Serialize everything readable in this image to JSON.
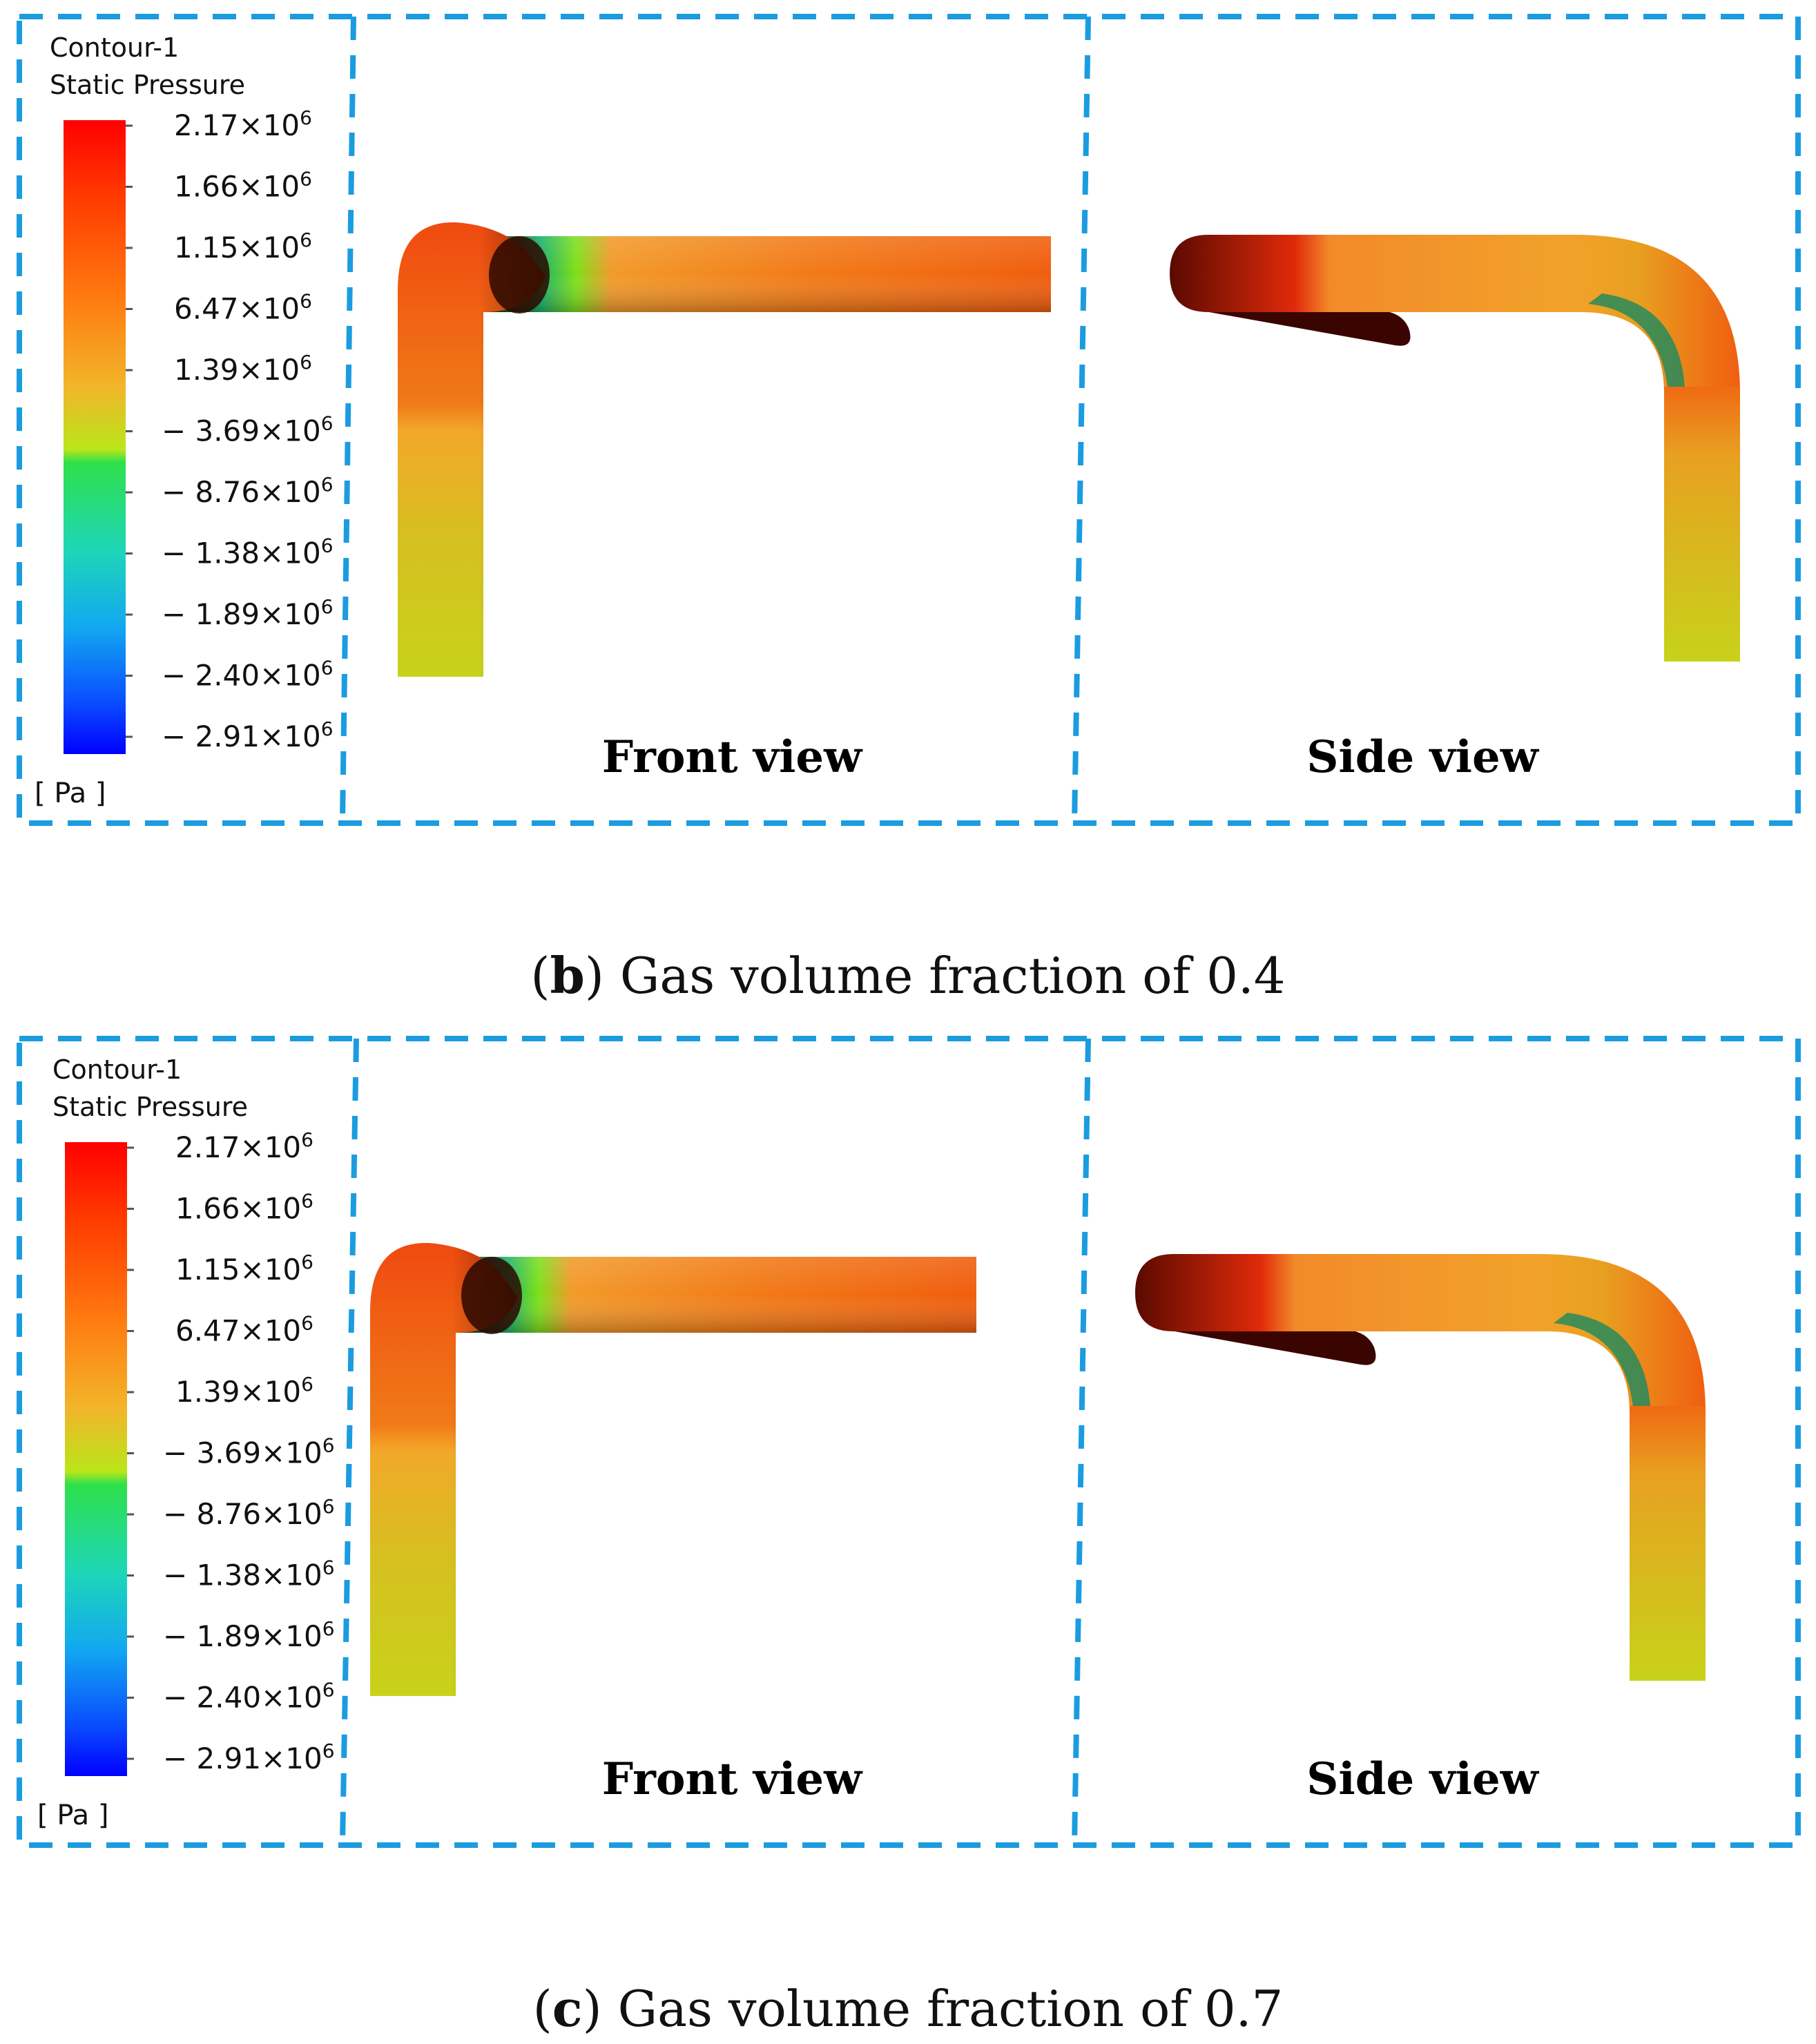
{
  "legend": {
    "title_line1": "Contour-1",
    "title_line2": "Static Pressure",
    "unit": "[ Pa ]",
    "ticks": [
      {
        "text": "2.17×10",
        "exp": "6"
      },
      {
        "text": "1.66×10",
        "exp": "6"
      },
      {
        "text": "1.15×10",
        "exp": "6"
      },
      {
        "text": "6.47×10",
        "exp": "6"
      },
      {
        "text": "1.39×10",
        "exp": "6"
      },
      {
        "text": "− 3.69×10",
        "exp": "6"
      },
      {
        "text": "− 8.76×10",
        "exp": "6"
      },
      {
        "text": "− 1.38×10",
        "exp": "6"
      },
      {
        "text": "− 1.89×10",
        "exp": "6"
      },
      {
        "text": "− 2.40×10",
        "exp": "6"
      },
      {
        "text": "− 2.91×10",
        "exp": "6"
      }
    ],
    "colors": [
      "#ff0000",
      "#ff5a00",
      "#f6a51e",
      "#c8e61e",
      "#23e642",
      "#1ec8d0",
      "#0a8cff",
      "#0000ff"
    ]
  },
  "views": {
    "front": "Front view",
    "side": "Side view"
  },
  "panels": [
    {
      "caption_letter": "b",
      "caption_text": ") Gas volume fraction of 0.4",
      "caption_open": "("
    },
    {
      "caption_letter": "c",
      "caption_text": ") Gas volume fraction of 0.7",
      "caption_open": "("
    }
  ],
  "frame_color": "#1b9ce0"
}
